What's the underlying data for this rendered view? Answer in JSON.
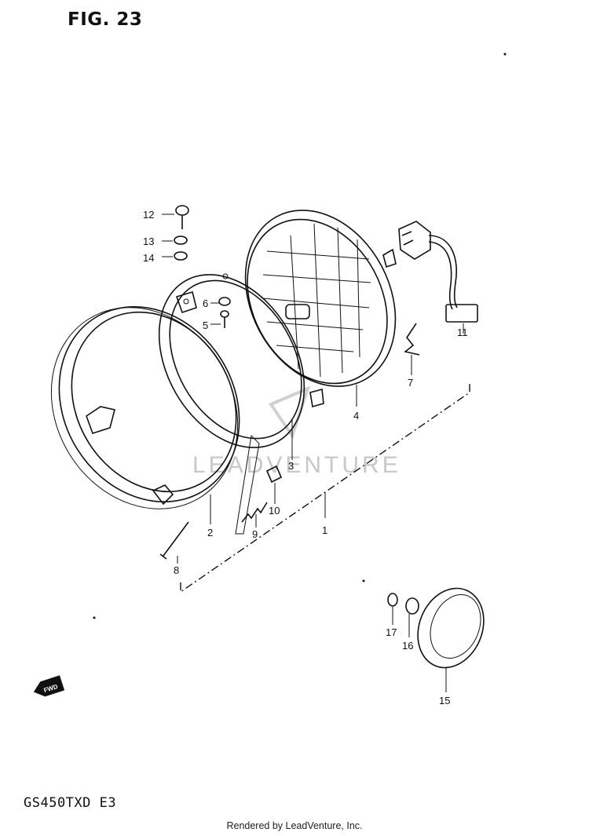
{
  "figure_title": "FIG. 23",
  "model_code": "GS450TXD E3",
  "footer": "Rendered by LeadVenture, Inc.",
  "watermark": "LEADVENTURE",
  "fwd_label": "FWD",
  "callouts": {
    "c1": "1",
    "c2": "2",
    "c3": "3",
    "c4": "4",
    "c5": "5",
    "c6": "6",
    "c7": "7",
    "c8": "8",
    "c9": "9",
    "c10": "10",
    "c11": "11",
    "c12": "12",
    "c13": "13",
    "c14": "14",
    "c15": "15",
    "c16": "16",
    "c17": "17"
  }
}
